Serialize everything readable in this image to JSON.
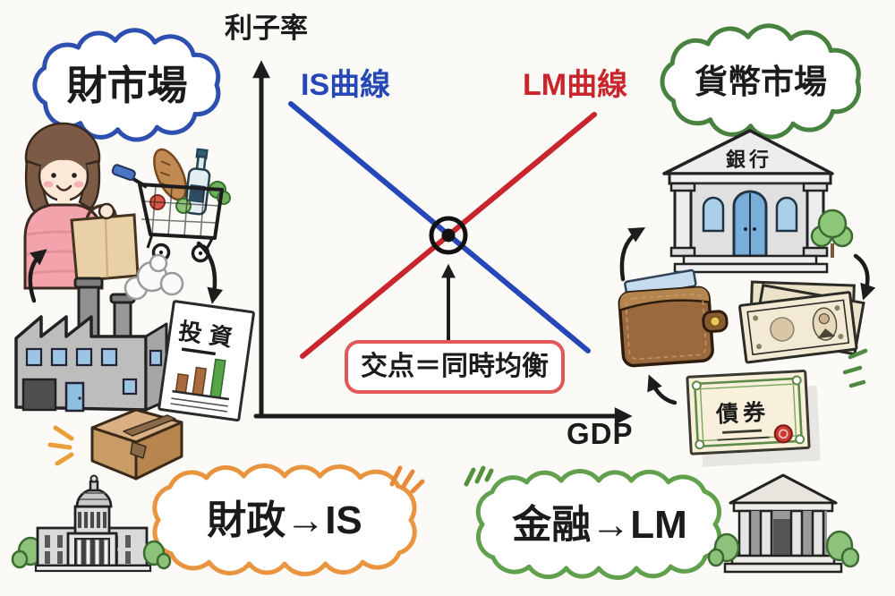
{
  "bubbles": {
    "goods_market": "財市場",
    "money_market": "貨幣市場",
    "fiscal": "財政→IS",
    "monetary": "金融→LM"
  },
  "graph": {
    "y_axis_label": "利子率",
    "x_axis_label": "GDP",
    "is_curve_label": "IS曲線",
    "lm_curve_label": "LM曲線",
    "annotation": "交点＝同時均衡"
  },
  "illustrations": {
    "bank_sign": "銀行",
    "investment_doc": "投資",
    "bond": "債券"
  },
  "colors": {
    "is_blue": "#2547b8",
    "lm_red": "#c8252c",
    "goods_cloud_blue": "#2d50b0",
    "money_cloud_green": "#47833e",
    "fiscal_orange": "#e9953f",
    "monetary_green": "#61a04d",
    "annotation_red": "#e05858",
    "ink": "#1c1c1c"
  }
}
